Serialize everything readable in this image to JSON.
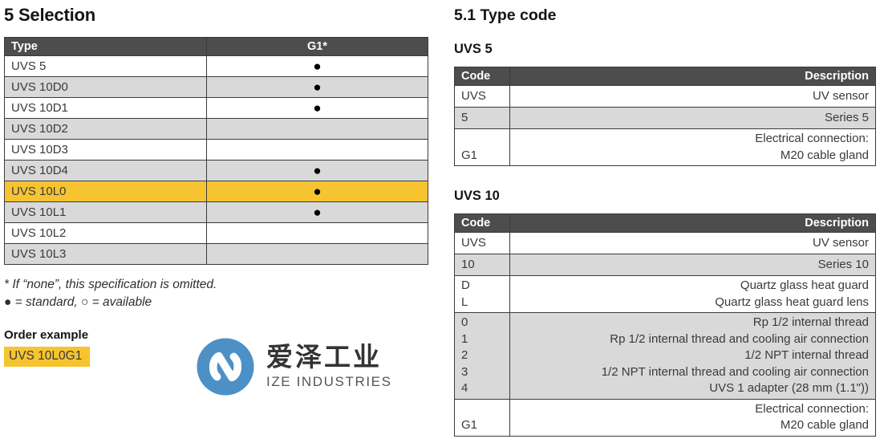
{
  "colors": {
    "header_bg": "#4d4d4d",
    "row_alt_bg": "#d9d9d9",
    "highlight_yellow": "#f6c431",
    "logo_blue": "#4d90c6"
  },
  "selection": {
    "title": "5 Selection",
    "columns": {
      "type": "Type",
      "g1": "G1*"
    },
    "rows": [
      {
        "type": "UVS 5",
        "g1": "●",
        "highlighted": false
      },
      {
        "type": "UVS 10D0",
        "g1": "●",
        "highlighted": false
      },
      {
        "type": "UVS 10D1",
        "g1": "●",
        "highlighted": false
      },
      {
        "type": "UVS 10D2",
        "g1": "",
        "highlighted": false
      },
      {
        "type": "UVS 10D3",
        "g1": "",
        "highlighted": false
      },
      {
        "type": "UVS 10D4",
        "g1": "●",
        "highlighted": false
      },
      {
        "type": "UVS 10L0",
        "g1": "●",
        "highlighted": true
      },
      {
        "type": "UVS 10L1",
        "g1": "●",
        "highlighted": false
      },
      {
        "type": "UVS 10L2",
        "g1": "",
        "highlighted": false
      },
      {
        "type": "UVS 10L3",
        "g1": "",
        "highlighted": false
      }
    ],
    "footnote": "* If “none”, this specification is omitted.",
    "legend": "● = standard, ○ = available"
  },
  "order_example": {
    "label": "Order example",
    "value": "UVS 10L0G1"
  },
  "logo": {
    "cn": "爱泽工业",
    "en": "IZE INDUSTRIES"
  },
  "type_code": {
    "title": "5.1 Type code",
    "sections": [
      {
        "name": "UVS 5",
        "columns": {
          "code": "Code",
          "description": "Description"
        },
        "rows": [
          {
            "code": "UVS",
            "description": "UV sensor"
          },
          {
            "code": "5",
            "description": "Series 5"
          },
          {
            "code": "G1",
            "description": [
              "Electrical connection:",
              "M20 cable gland"
            ]
          }
        ]
      },
      {
        "name": "UVS 10",
        "columns": {
          "code": "Code",
          "description": "Description"
        },
        "rows": [
          {
            "code": "UVS",
            "description": "UV sensor"
          },
          {
            "code": "10",
            "description": "Series 10"
          },
          {
            "code": [
              "D",
              "L"
            ],
            "description": [
              "Quartz glass heat guard",
              "Quartz glass heat guard lens"
            ]
          },
          {
            "code": [
              "0",
              "1",
              "2",
              "3",
              "4"
            ],
            "description": [
              "Rp 1/2 internal thread",
              "Rp 1/2 internal thread and cooling air connection",
              "1/2 NPT internal thread",
              "1/2 NPT internal thread and cooling air connection",
              "UVS 1 adapter (28 mm (1.1\"))"
            ]
          },
          {
            "code": "G1",
            "description": [
              "Electrical connection:",
              "M20 cable gland"
            ]
          }
        ]
      }
    ]
  }
}
